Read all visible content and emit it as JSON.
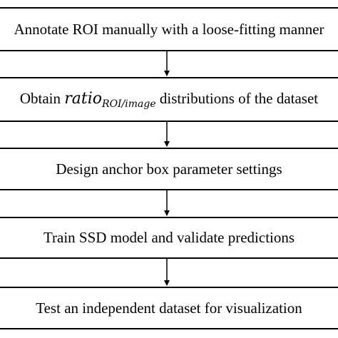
{
  "diagram": {
    "steps": [
      {
        "text": "Annotate ROI manually with a loose-fitting manner"
      },
      {
        "prefix": "Obtain ",
        "math_base": "ratio",
        "math_sub": "ROI/image",
        "suffix": " distributions of the dataset"
      },
      {
        "text": "Design anchor box parameter settings"
      },
      {
        "text": "Train SSD model and validate predictions"
      },
      {
        "text": "Test an independent dataset for visualization"
      }
    ]
  }
}
